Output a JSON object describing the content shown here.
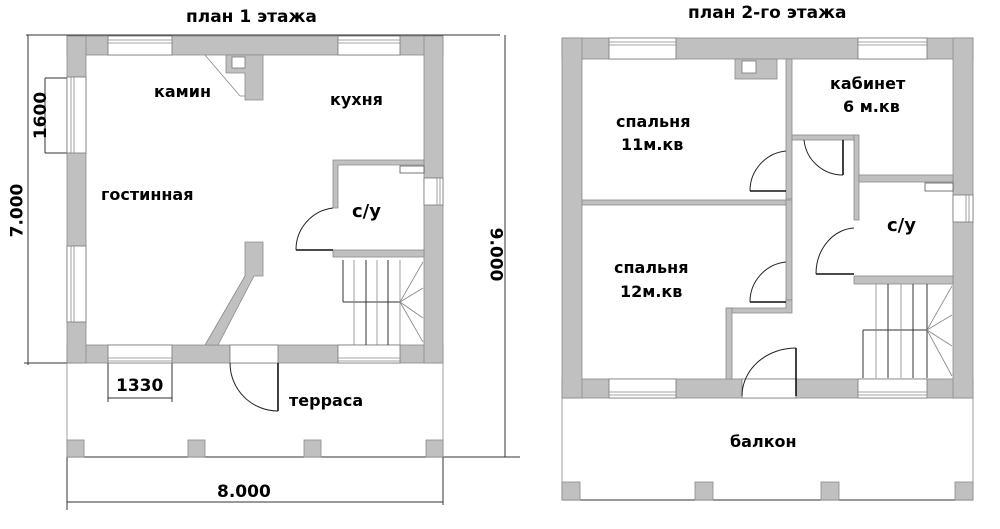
{
  "floor1": {
    "title": "план 1 этажа",
    "rooms": {
      "fireplace": "камин",
      "kitchen": "кухня",
      "living_room": "гостинная",
      "bathroom": "с/у",
      "terrace": "терраса"
    },
    "dimensions": {
      "height_house": "7.000",
      "window_left": "1600",
      "height_total": "9.000",
      "width_total": "8.000",
      "window_bottom": "1330"
    }
  },
  "floor2": {
    "title": "план 2-го этажа",
    "rooms": {
      "bedroom1_name": "спальня",
      "bedroom1_area": "11м.кв",
      "office_name": "кабинет",
      "office_area": "6 м.кв",
      "bedroom2_name": "спальня",
      "bedroom2_area": "12м.кв",
      "bathroom": "с/у",
      "balcony": "балкон"
    }
  },
  "colors": {
    "wall_fill": "#c0c0c0",
    "line": "#333333",
    "background": "#ffffff",
    "text": "#000000"
  }
}
